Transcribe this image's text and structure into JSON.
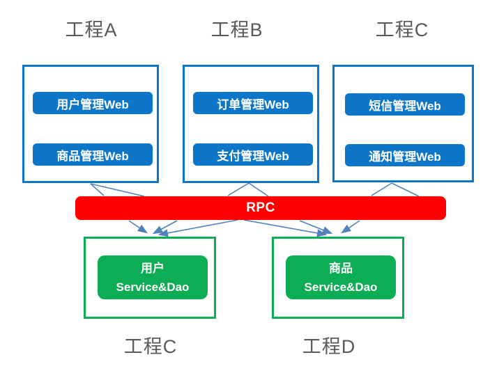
{
  "top_groups": [
    {
      "label": "工程A",
      "modules": [
        "用户管理Web",
        "商品管理Web"
      ]
    },
    {
      "label": "工程B",
      "modules": [
        "订单管理Web",
        "支付管理Web"
      ]
    },
    {
      "label": "工程C",
      "modules": [
        "短信管理Web",
        "通知管理Web"
      ]
    }
  ],
  "rpc": {
    "label": "RPC"
  },
  "bottom_groups": [
    {
      "label": "工程C",
      "service": {
        "line1": "用户",
        "line2": "Service&Dao"
      }
    },
    {
      "label": "工程D",
      "service": {
        "line1": "商品",
        "line2": "Service&Dao"
      }
    }
  ],
  "colors": {
    "module_blue": "#0d76c8",
    "rpc_red": "#fe0000",
    "service_green": "#0cad55",
    "connector_blue": "#4f81bd",
    "label_gray": "#595959"
  }
}
